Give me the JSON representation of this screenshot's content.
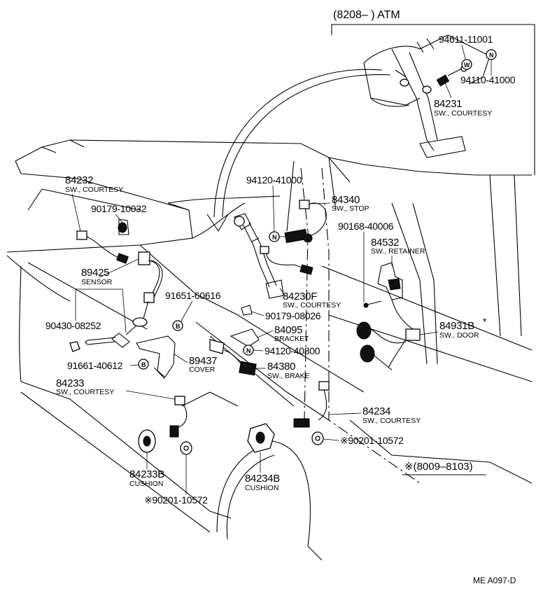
{
  "header": {
    "atm_label": "(8208–        ) ATM",
    "note_range": "※(8009–8103)",
    "ref_code": "ME  A097-D"
  },
  "circle_symbols": {
    "w": "W",
    "n": "N",
    "b": "B"
  },
  "parts": [
    {
      "number": "94611-11001",
      "description": ""
    },
    {
      "number": "94110-41000",
      "description": ""
    },
    {
      "number": "84231",
      "description": "SW., COURTESY"
    },
    {
      "number": "84232",
      "description": "SW., COURTESY"
    },
    {
      "number": "90179-10032",
      "description": ""
    },
    {
      "number": "94120-41000",
      "description": ""
    },
    {
      "number": "84340",
      "description": "SW., STOP"
    },
    {
      "number": "90168-40006",
      "description": ""
    },
    {
      "number": "84532",
      "description": "SW., RETAINER"
    },
    {
      "number": "89425",
      "description": "SENSOR"
    },
    {
      "number": "91651-60616",
      "description": ""
    },
    {
      "number": "84230F",
      "description": "SW., COURTESY"
    },
    {
      "number": "90179-08026",
      "description": ""
    },
    {
      "number": "84931B",
      "description": "SW., DOOR"
    },
    {
      "number": "90430-08252",
      "description": ""
    },
    {
      "number": "84095",
      "description": "BRACKET"
    },
    {
      "number": "94120-40800",
      "description": ""
    },
    {
      "number": "89437",
      "description": "COVER"
    },
    {
      "number": "91661-40612",
      "description": ""
    },
    {
      "number": "84380",
      "description": "SW., BRAKE"
    },
    {
      "number": "84233",
      "description": "SW., COURTESY"
    },
    {
      "number": "84234",
      "description": "SW., COURTESY"
    },
    {
      "number": "※90201-10572",
      "description": ""
    },
    {
      "number": "84233B",
      "description": "CUSHION"
    },
    {
      "number": "84234B",
      "description": "CUSHION"
    },
    {
      "number": "※90201-10572",
      "description": ""
    }
  ],
  "asterisk_mark": "*"
}
